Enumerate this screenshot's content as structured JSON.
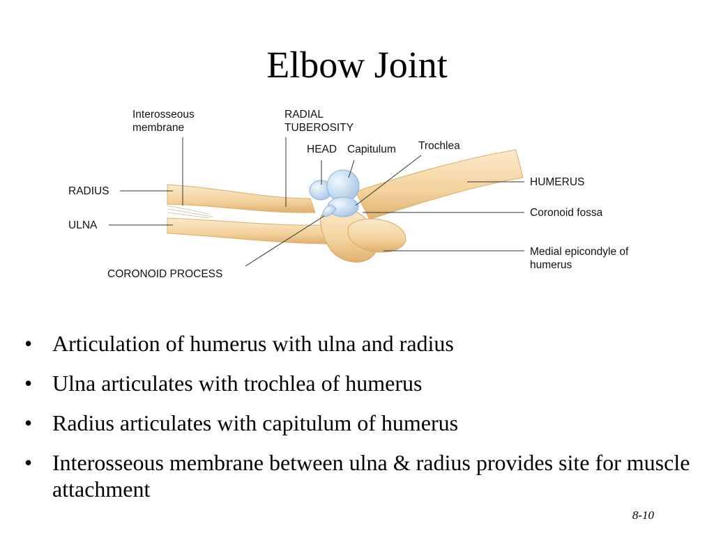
{
  "title": "Elbow Joint",
  "diagram": {
    "labels": {
      "interosseous_membrane": "Interosseous\nmembrane",
      "radial_tuberosity": "RADIAL\nTUBEROSITY",
      "head": "HEAD",
      "capitulum": "Capitulum",
      "trochlea": "Trochlea",
      "humerus": "HUMERUS",
      "radius": "RADIUS",
      "ulna": "ULNA",
      "coronoid_fossa": "Coronoid fossa",
      "medial_epicondyle": "Medial epicondyle of\nhumerus",
      "coronoid_process": "CORONOID PROCESS"
    },
    "colors": {
      "bone": "#f6ddb0",
      "bone_shadow": "#e3b77a",
      "cartilage": "#cfe1f3",
      "leader": "#333333"
    }
  },
  "bullets": [
    "Articulation of humerus with ulna and radius",
    "Ulna articulates with trochlea of humerus",
    "Radius articulates with capitulum of humerus",
    "Interosseous membrane between ulna & radius provides site for muscle attachment"
  ],
  "slide_number": "8-10"
}
